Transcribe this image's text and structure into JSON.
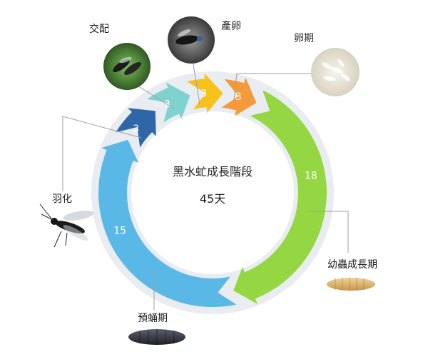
{
  "diagram": {
    "center_title": "黑水虻成長階段",
    "center_total": "45天",
    "colors": {
      "mating": "#7fd3cf",
      "laying": "#f7c21c",
      "egg": "#f59a3a",
      "larva": "#95d742",
      "prepupa": "#5ab8e6",
      "emergence": "#2f66a8",
      "ring_shadow": "#e6eaee",
      "leader_line": "#7a7a7a"
    },
    "stages": [
      {
        "key": "mating",
        "label": "交配",
        "days": "3",
        "icon": "mating-flies-photo-icon"
      },
      {
        "key": "laying",
        "label": "產卵",
        "days": "3",
        "icon": "egg-laying-fly-photo-icon"
      },
      {
        "key": "egg",
        "label": "卵期",
        "days": "3",
        "icon": "eggs-photo-icon"
      },
      {
        "key": "larva",
        "label": "幼蟲成長期",
        "days": "18",
        "icon": "larva-photo-icon"
      },
      {
        "key": "prepupa",
        "label": "預蛹期",
        "days": "15",
        "icon": "prepupa-photo-icon"
      },
      {
        "key": "emergence",
        "label": "羽化",
        "days": "3",
        "icon": "adult-fly-photo-icon"
      }
    ]
  }
}
